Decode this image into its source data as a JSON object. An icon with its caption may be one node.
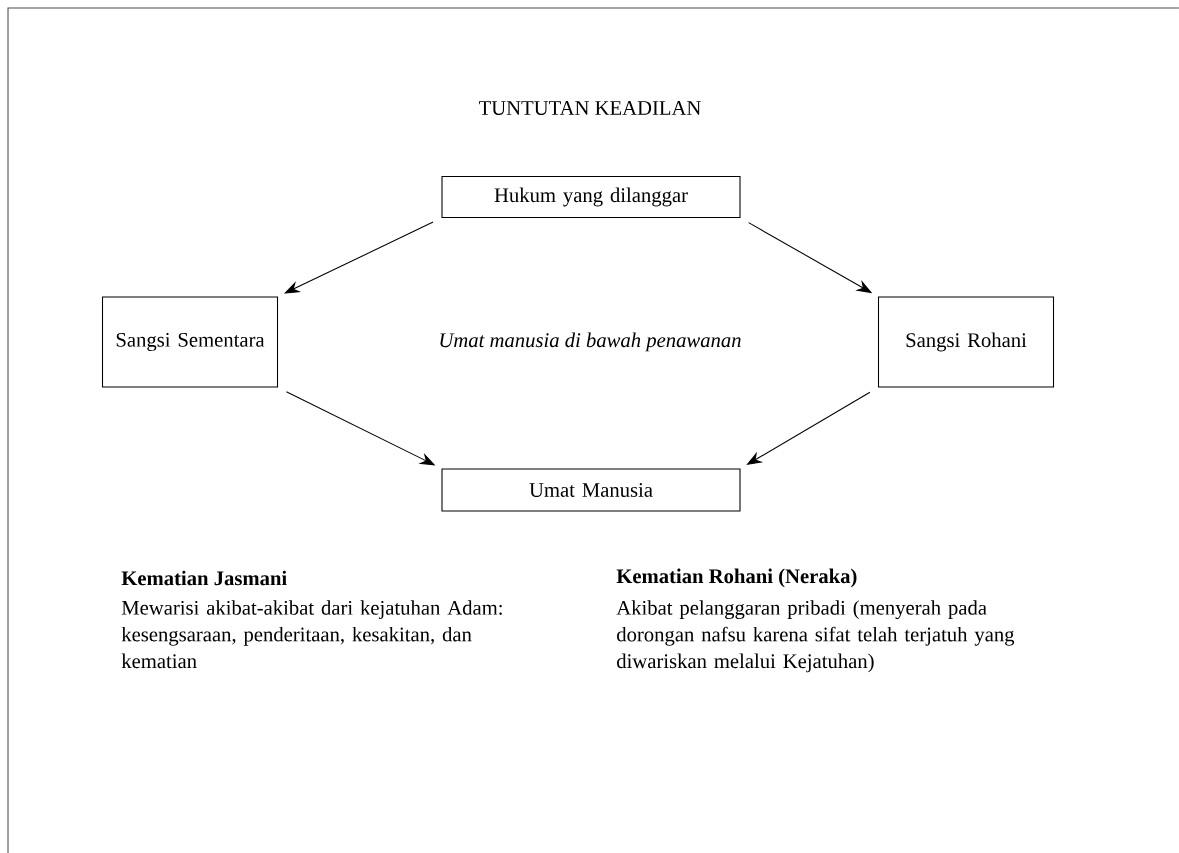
{
  "diagram": {
    "title": "TUNTUTAN KEADILAN",
    "nodes": [
      {
        "text": [
          "Hukum yang dilanggar"
        ]
      },
      {
        "text": [
          "Sangsi Sementara"
        ]
      },
      {
        "text": [
          "Sangsi Rohani"
        ]
      },
      {
        "text": [
          "Umat Manusia"
        ]
      }
    ],
    "edges": [
      {
        "from": 0,
        "to": 1,
        "arrow": "to"
      },
      {
        "from": 0,
        "to": 2,
        "arrow": "to"
      },
      {
        "from": 1,
        "to": 3,
        "arrow": "to"
      },
      {
        "from": 2,
        "to": 3,
        "arrow": "to"
      }
    ],
    "labels": [
      "Umat manusia di bawah penawanan",
      "Kematian Jasmani",
      "Mewarisi akibat-akibat dari kejatuhan Adam: kesengsaraan, penderitaan, kesakitan, dan kematian",
      "Kematian Rohani (Neraka)",
      "Akibat pelanggaran pribadi (menyerah pada dorongan nafsu karena sifat telah terjatuh yang diwariskan melalui Kejatuhan)"
    ]
  }
}
